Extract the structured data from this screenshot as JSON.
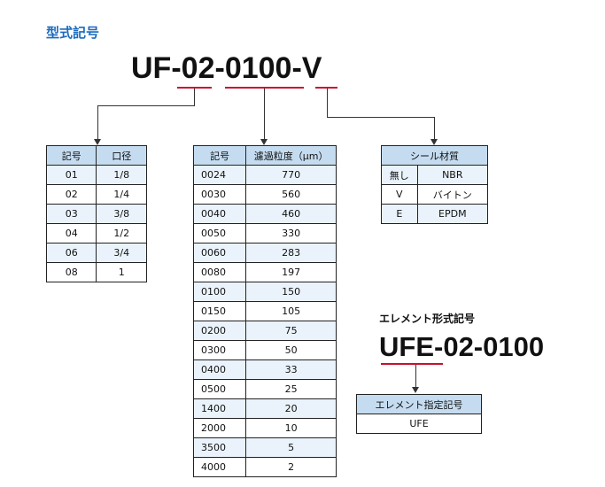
{
  "heading": "型式記号",
  "model_code": {
    "part1": "UF-",
    "part2": "02",
    "part3": "-",
    "part4": "0100",
    "part5": "-",
    "part6": "V"
  },
  "colors": {
    "heading_blue": "#1a6bbf",
    "underline_red": "#c8102e",
    "header_fill": "#c5dcf0",
    "row_alt_fill": "#eaf3fb"
  },
  "port_table": {
    "headers": [
      "記号",
      "口径"
    ],
    "rows": [
      [
        "01",
        "1/8"
      ],
      [
        "02",
        "1/4"
      ],
      [
        "03",
        "3/8"
      ],
      [
        "04",
        "1/2"
      ],
      [
        "06",
        "3/4"
      ],
      [
        "08",
        "1"
      ]
    ]
  },
  "filter_table": {
    "headers": [
      "記号",
      "濾過粒度（μm）"
    ],
    "rows": [
      [
        "0024",
        "770"
      ],
      [
        "0030",
        "560"
      ],
      [
        "0040",
        "460"
      ],
      [
        "0050",
        "330"
      ],
      [
        "0060",
        "283"
      ],
      [
        "0080",
        "197"
      ],
      [
        "0100",
        "150"
      ],
      [
        "0150",
        "105"
      ],
      [
        "0200",
        "75"
      ],
      [
        "0300",
        "50"
      ],
      [
        "0400",
        "33"
      ],
      [
        "0500",
        "25"
      ],
      [
        "1400",
        "20"
      ],
      [
        "2000",
        "10"
      ],
      [
        "3500",
        "5"
      ],
      [
        "4000",
        "2"
      ]
    ]
  },
  "seal_table": {
    "header": "シール材質",
    "rows": [
      [
        "無し",
        "NBR"
      ],
      [
        "V",
        "バイトン"
      ],
      [
        "E",
        "EPDM"
      ]
    ]
  },
  "element": {
    "heading": "エレメント形式記号",
    "code_part1": "UFE",
    "code_part2": "-02-0100",
    "table_header": "エレメント指定記号",
    "table_value": "UFE"
  }
}
